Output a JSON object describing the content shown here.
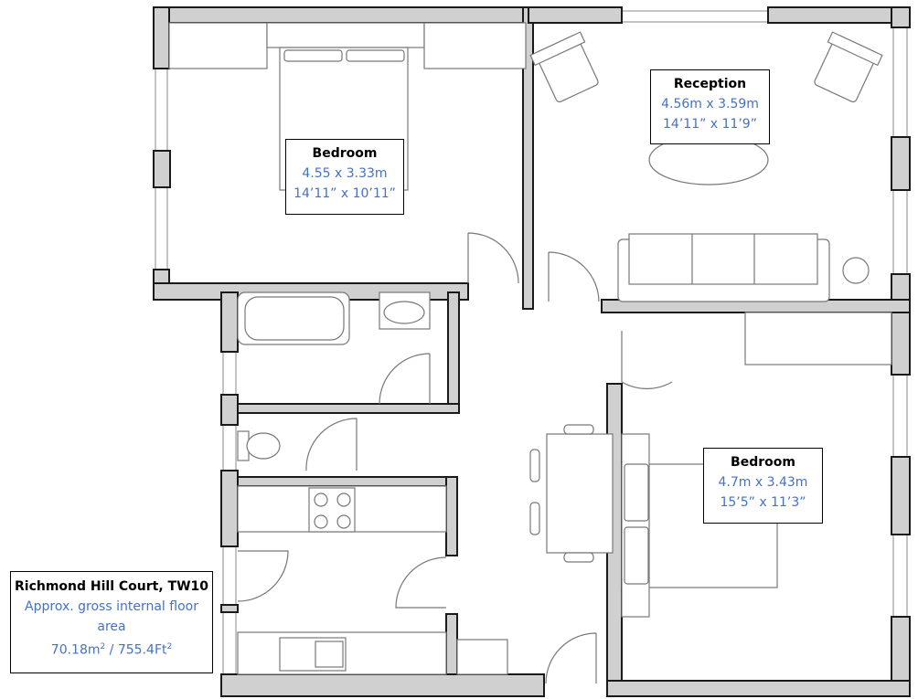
{
  "rooms": {
    "bedroom1": {
      "name": "Bedroom",
      "metric": "4.55 x 3.33m",
      "imperial": "14’11” x 10’11”"
    },
    "reception": {
      "name": "Reception",
      "metric": "4.56m x 3.59m",
      "imperial": "14’11” x 11’9”"
    },
    "bedroom2": {
      "name": "Bedroom",
      "metric": "4.7m x 3.43m",
      "imperial": "15’5” x 11’3”"
    }
  },
  "info": {
    "title": "Richmond Hill Court, TW10",
    "area_label_1": "Approx. gross internal floor",
    "area_label_2": "area",
    "area_m": "70.18m",
    "sep": " / ",
    "area_ft": "755.4Ft",
    "sup": "2"
  },
  "colors": {
    "wall": "#d0d0d0",
    "dimension_text": "#4472c4"
  }
}
